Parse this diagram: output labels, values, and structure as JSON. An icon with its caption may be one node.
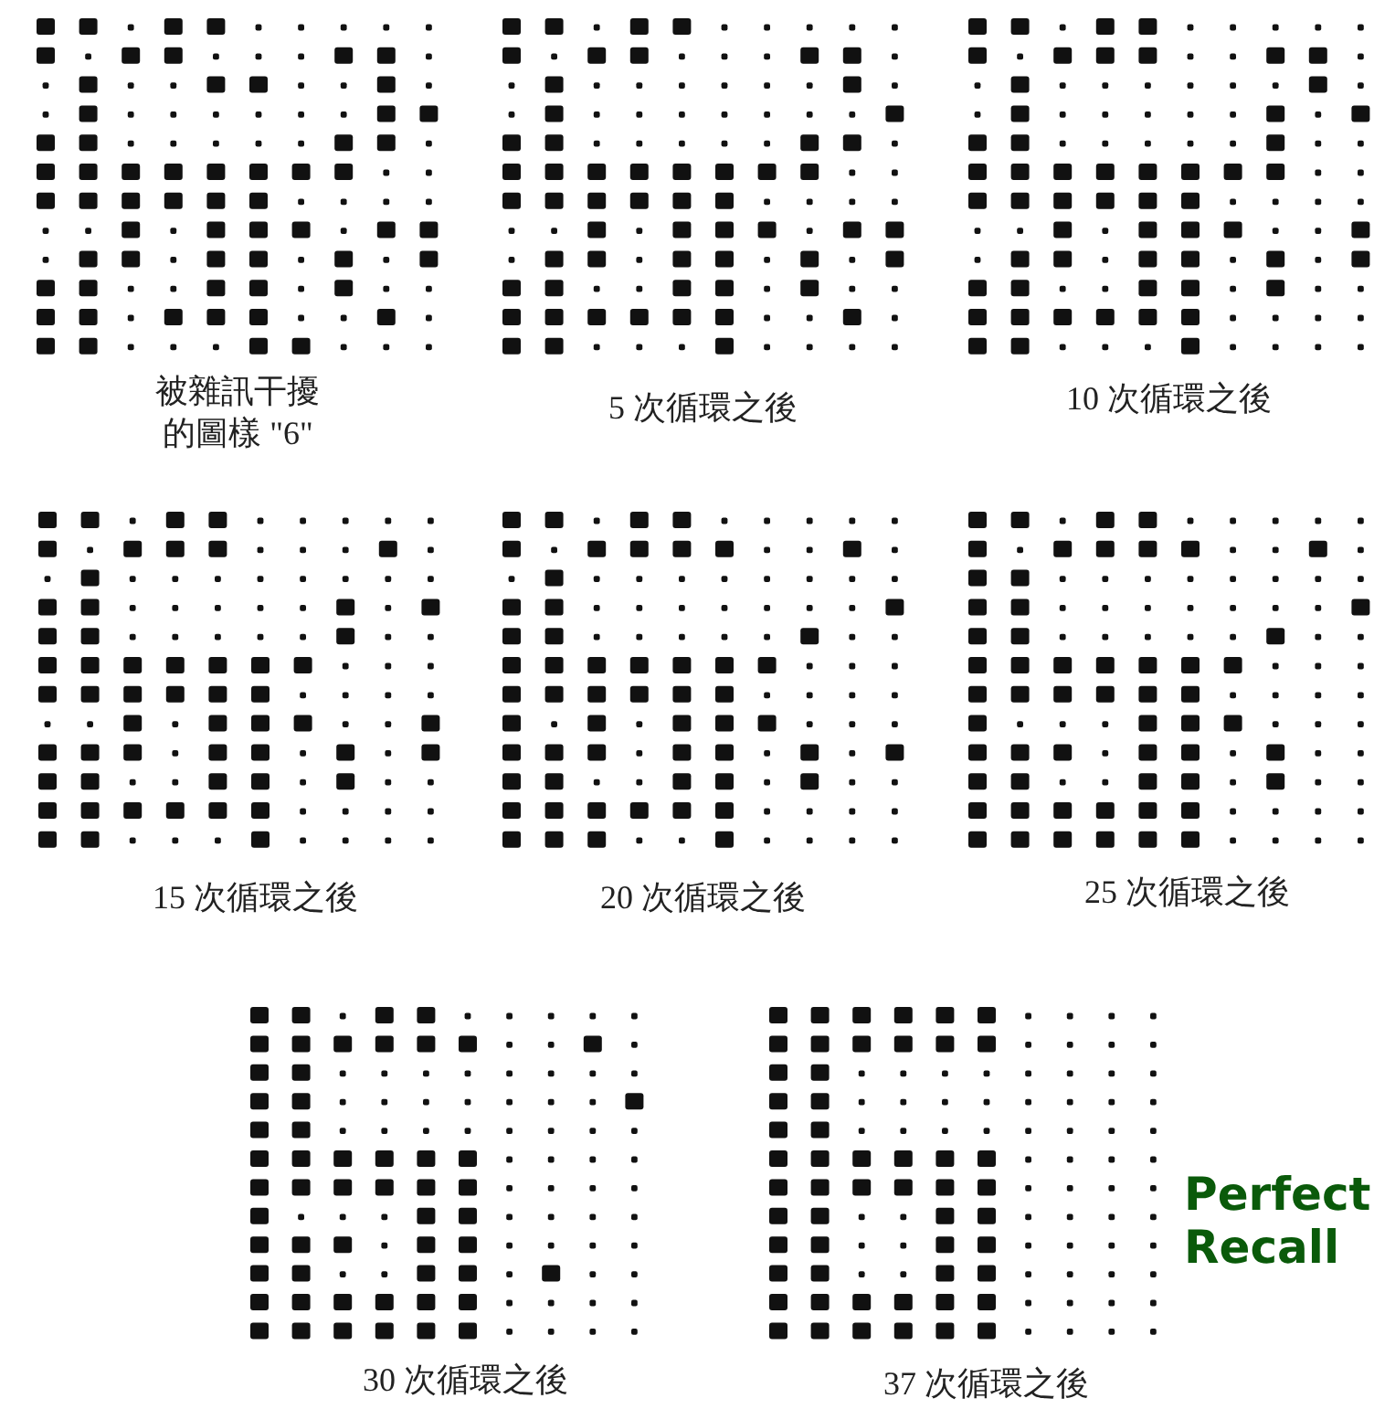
{
  "diagram": {
    "labels": [
      "被雜訊干擾的圖樣 \"6\"",
      "5 次循環之後",
      "10 次循環之後",
      "15 次循環之後",
      "20 次循環之後",
      "25 次循環之後",
      "30 次循環之後",
      "37 次循環之後",
      "Perfect Recall"
    ]
  }
}
